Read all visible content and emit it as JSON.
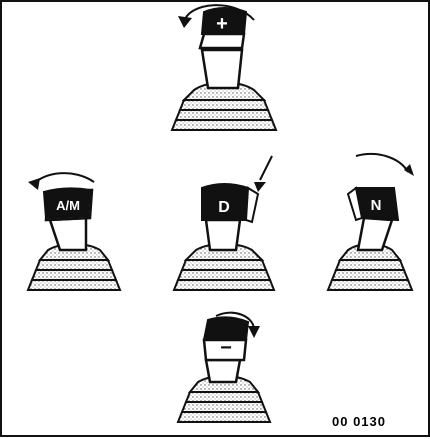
{
  "figure": {
    "reference_code": "00 0130",
    "colors": {
      "ink": "#111111",
      "paper": "#ffffff",
      "stipple": "#bdbdbd"
    }
  },
  "selectors": [
    {
      "id": "plus",
      "label": "+",
      "arrow": "counterclockwise-left"
    },
    {
      "id": "am",
      "label": "A/M",
      "arrow": "curved-left"
    },
    {
      "id": "drive",
      "label": "D",
      "arrow": "down-forward"
    },
    {
      "id": "neutral",
      "label": "N",
      "arrow": "curved-right"
    },
    {
      "id": "minus",
      "label": "−",
      "arrow": "curved-down"
    }
  ]
}
